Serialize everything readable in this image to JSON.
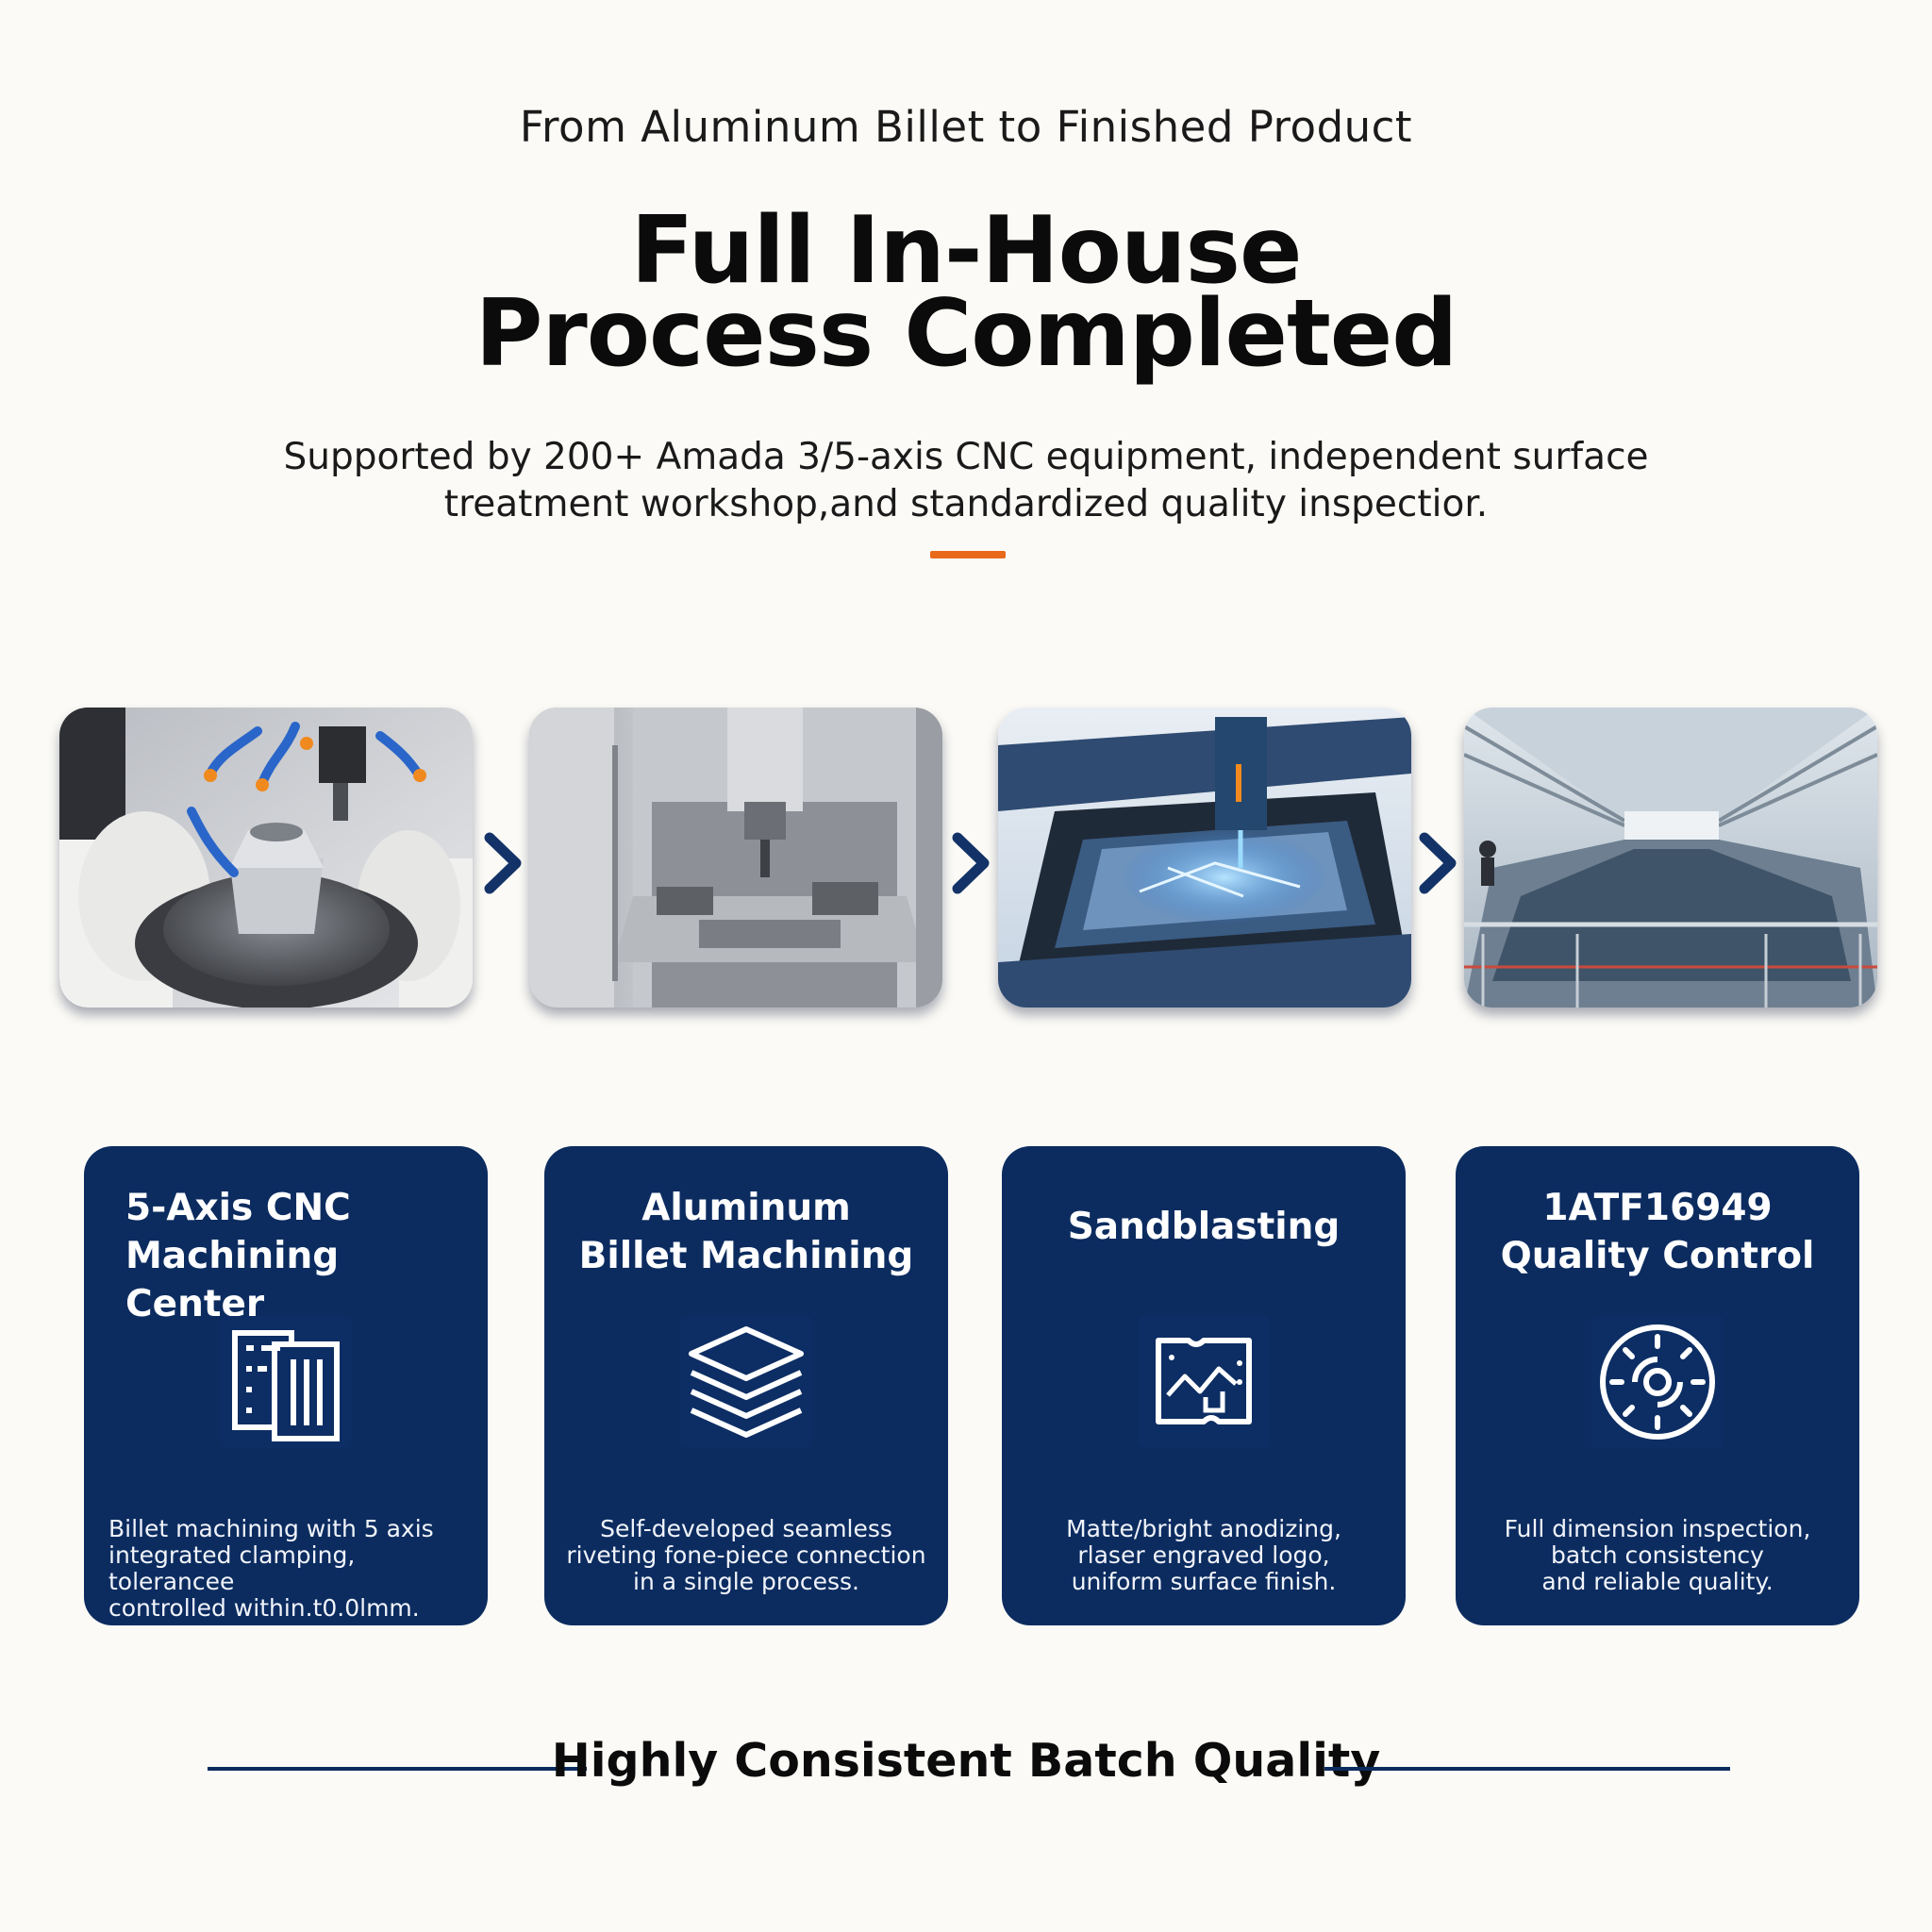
{
  "header": {
    "eyebrow": "From Aluminum Billet to Finished Product",
    "title_line1": "Full In-House",
    "title_line2": "Process Completed",
    "subtitle_line1": "Supported by 200+ Amada 3/5-axis CNC equipment, independent surface",
    "subtitle_line2": "treatment workshop,and standardized quality inspectior.",
    "accent_color": "#e8691a"
  },
  "photos": [
    {
      "icon": "five-axis-cnc-photo"
    },
    {
      "icon": "cnc-machining-enclosure-photo"
    },
    {
      "icon": "laser-engraving-photo"
    },
    {
      "icon": "surface-treatment-workshop-photo"
    }
  ],
  "cards": [
    {
      "title_line1": "5-Axis CNC",
      "title_line2": "Machining Center",
      "icon": "blueprint-document-icon",
      "desc_line1": "Billet machining with 5 axis",
      "desc_line2": "integrated clamping, tolerancee",
      "desc_line3": "controlled within.t0.0lmm."
    },
    {
      "title_line1": "Aluminum",
      "title_line2": "Billet Machining",
      "icon": "stacked-layers-icon",
      "desc_line1": "Self-developed seamless",
      "desc_line2": "riveting fone-piece connection",
      "desc_line3": "in a single process."
    },
    {
      "title_line1": "Sandblasting",
      "icon": "textured-surface-icon",
      "desc_line1": "Matte/bright anodizing,",
      "desc_line2": "rlaser engraved logo,",
      "desc_line3": "uniform surface finish."
    },
    {
      "title_line1": "1ATF16949",
      "title_line2": "Quality Control",
      "icon": "quality-gear-icon",
      "desc_line1": "Full dimension inspection,",
      "desc_line2": "batch consistency",
      "desc_line3": "and reliable quality."
    }
  ],
  "footer": {
    "tagline": "Highly Consistent Batch Quality"
  },
  "colors": {
    "card_bg": "#0c2c60",
    "arrow": "#133368",
    "page_bg": "#fbfaf6"
  }
}
